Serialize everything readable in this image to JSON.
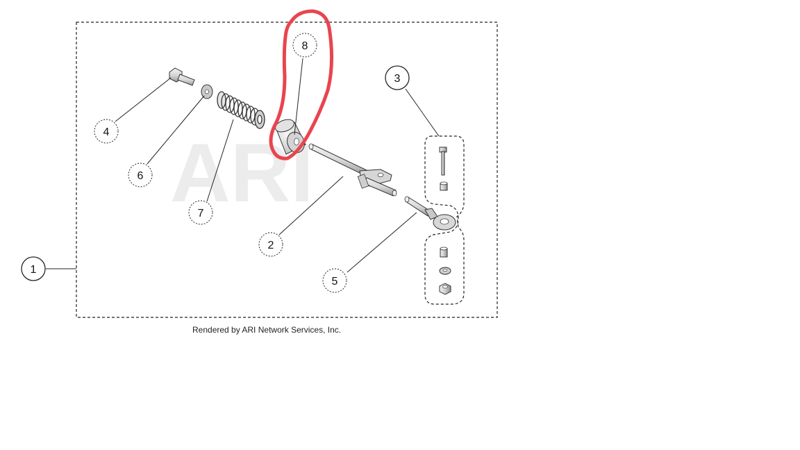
{
  "watermark": "ARI",
  "credit": "Rendered by ARI Network Services, Inc.",
  "callouts": [
    "1",
    "2",
    "3",
    "4",
    "5",
    "6",
    "7",
    "8"
  ],
  "colors": {
    "highlight": "#e8454f",
    "line": "#222222",
    "watermark": "#ececec"
  }
}
